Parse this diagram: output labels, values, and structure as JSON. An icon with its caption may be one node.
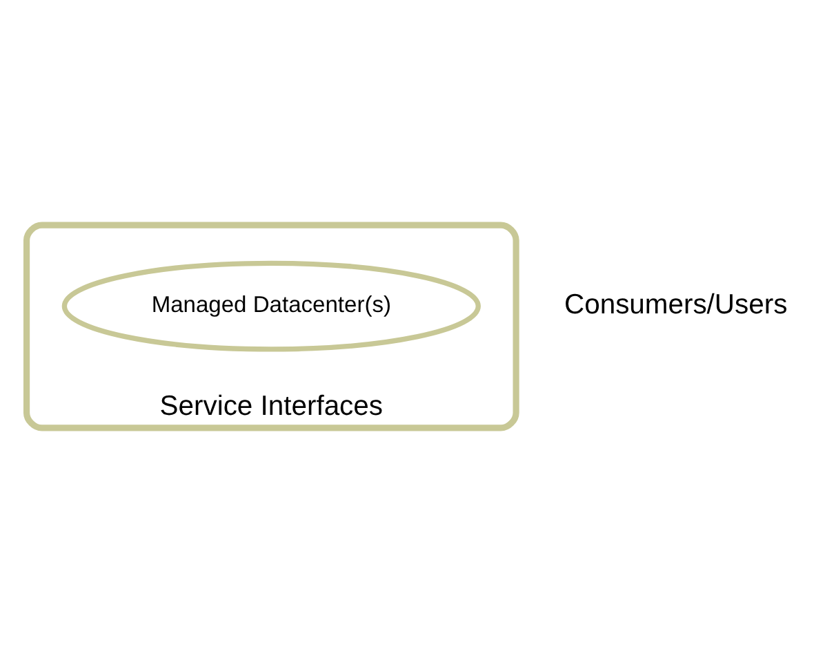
{
  "diagram": {
    "nodes": [
      {
        "text": [
          "Service Interfaces"
        ]
      },
      {
        "text": [
          "Managed Datacenter(s)"
        ],
        "in": 0
      }
    ],
    "labels": [
      "Consumers/Users"
    ]
  }
}
